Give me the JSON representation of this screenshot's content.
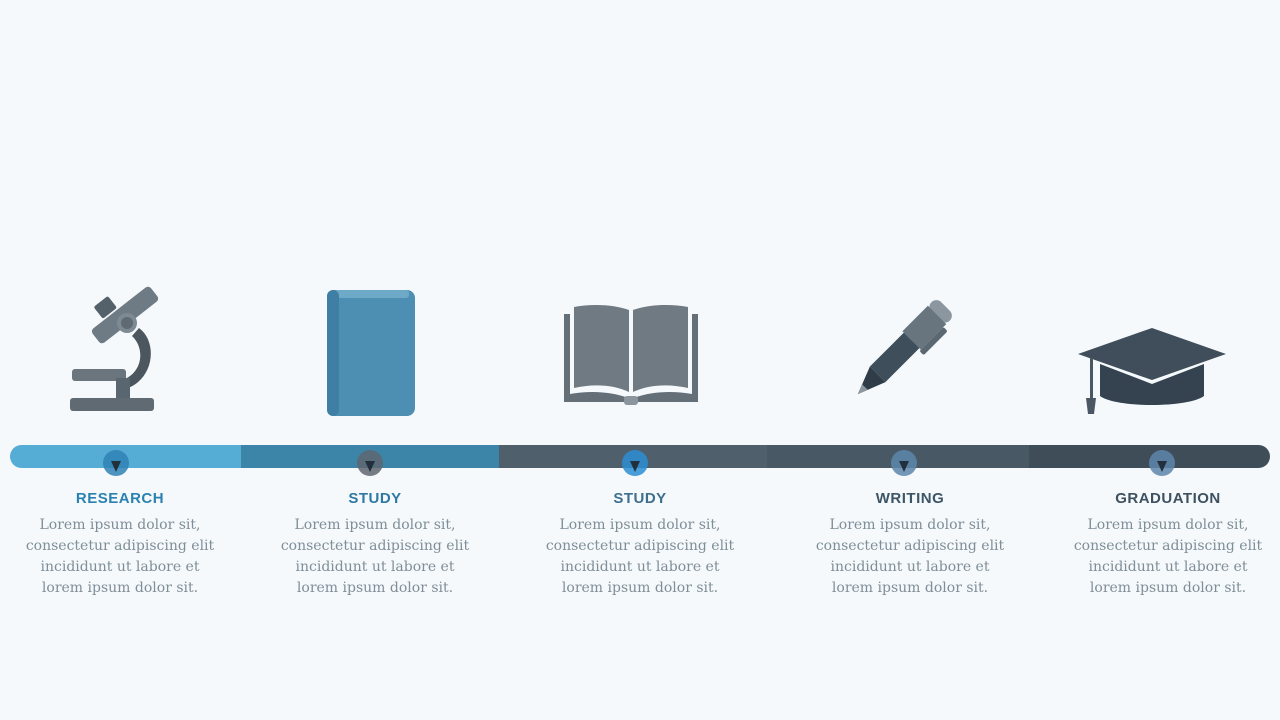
{
  "timeline": {
    "colors": {
      "background": "#f5f9fb",
      "segments": [
        "#55add6",
        "#3c84a8",
        "#4f5f6c",
        "#485865",
        "#3f4d59"
      ],
      "marker_discs": [
        "#2f83b5",
        "#5e6670",
        "#2a8ed2",
        "#5d86ab",
        "#5d86ab"
      ],
      "titles": [
        "#2b82b2",
        "#2e78a3",
        "#3e6f8e",
        "#3c5567",
        "#3e5160"
      ],
      "body_text": "#7f8e98"
    },
    "steps": [
      {
        "icon": "microscope-icon",
        "title": "RESEARCH",
        "lines": [
          "Lorem ipsum dolor sit,",
          "consectetur adipiscing elit",
          "incididunt ut labore et",
          "lorem ipsum dolor sit."
        ]
      },
      {
        "icon": "book-icon",
        "title": "STUDY",
        "lines": [
          "Lorem ipsum dolor sit,",
          "consectetur adipiscing elit",
          "incididunt ut labore et",
          "lorem ipsum dolor sit."
        ]
      },
      {
        "icon": "open-book-icon",
        "title": "STUDY",
        "lines": [
          "Lorem ipsum dolor sit,",
          "consectetur adipiscing elit",
          "incididunt ut labore et",
          "lorem ipsum dolor sit."
        ]
      },
      {
        "icon": "pen-icon",
        "title": "WRITING",
        "lines": [
          "Lorem ipsum dolor sit,",
          "consectetur adipiscing elit",
          "incididunt ut labore et",
          "lorem ipsum dolor sit."
        ]
      },
      {
        "icon": "graduation-cap-icon",
        "title": "GRADUATION",
        "lines": [
          "Lorem ipsum dolor sit,",
          "consectetur adipiscing elit",
          "incididunt ut labore et",
          "lorem ipsum dolor sit."
        ]
      }
    ]
  }
}
